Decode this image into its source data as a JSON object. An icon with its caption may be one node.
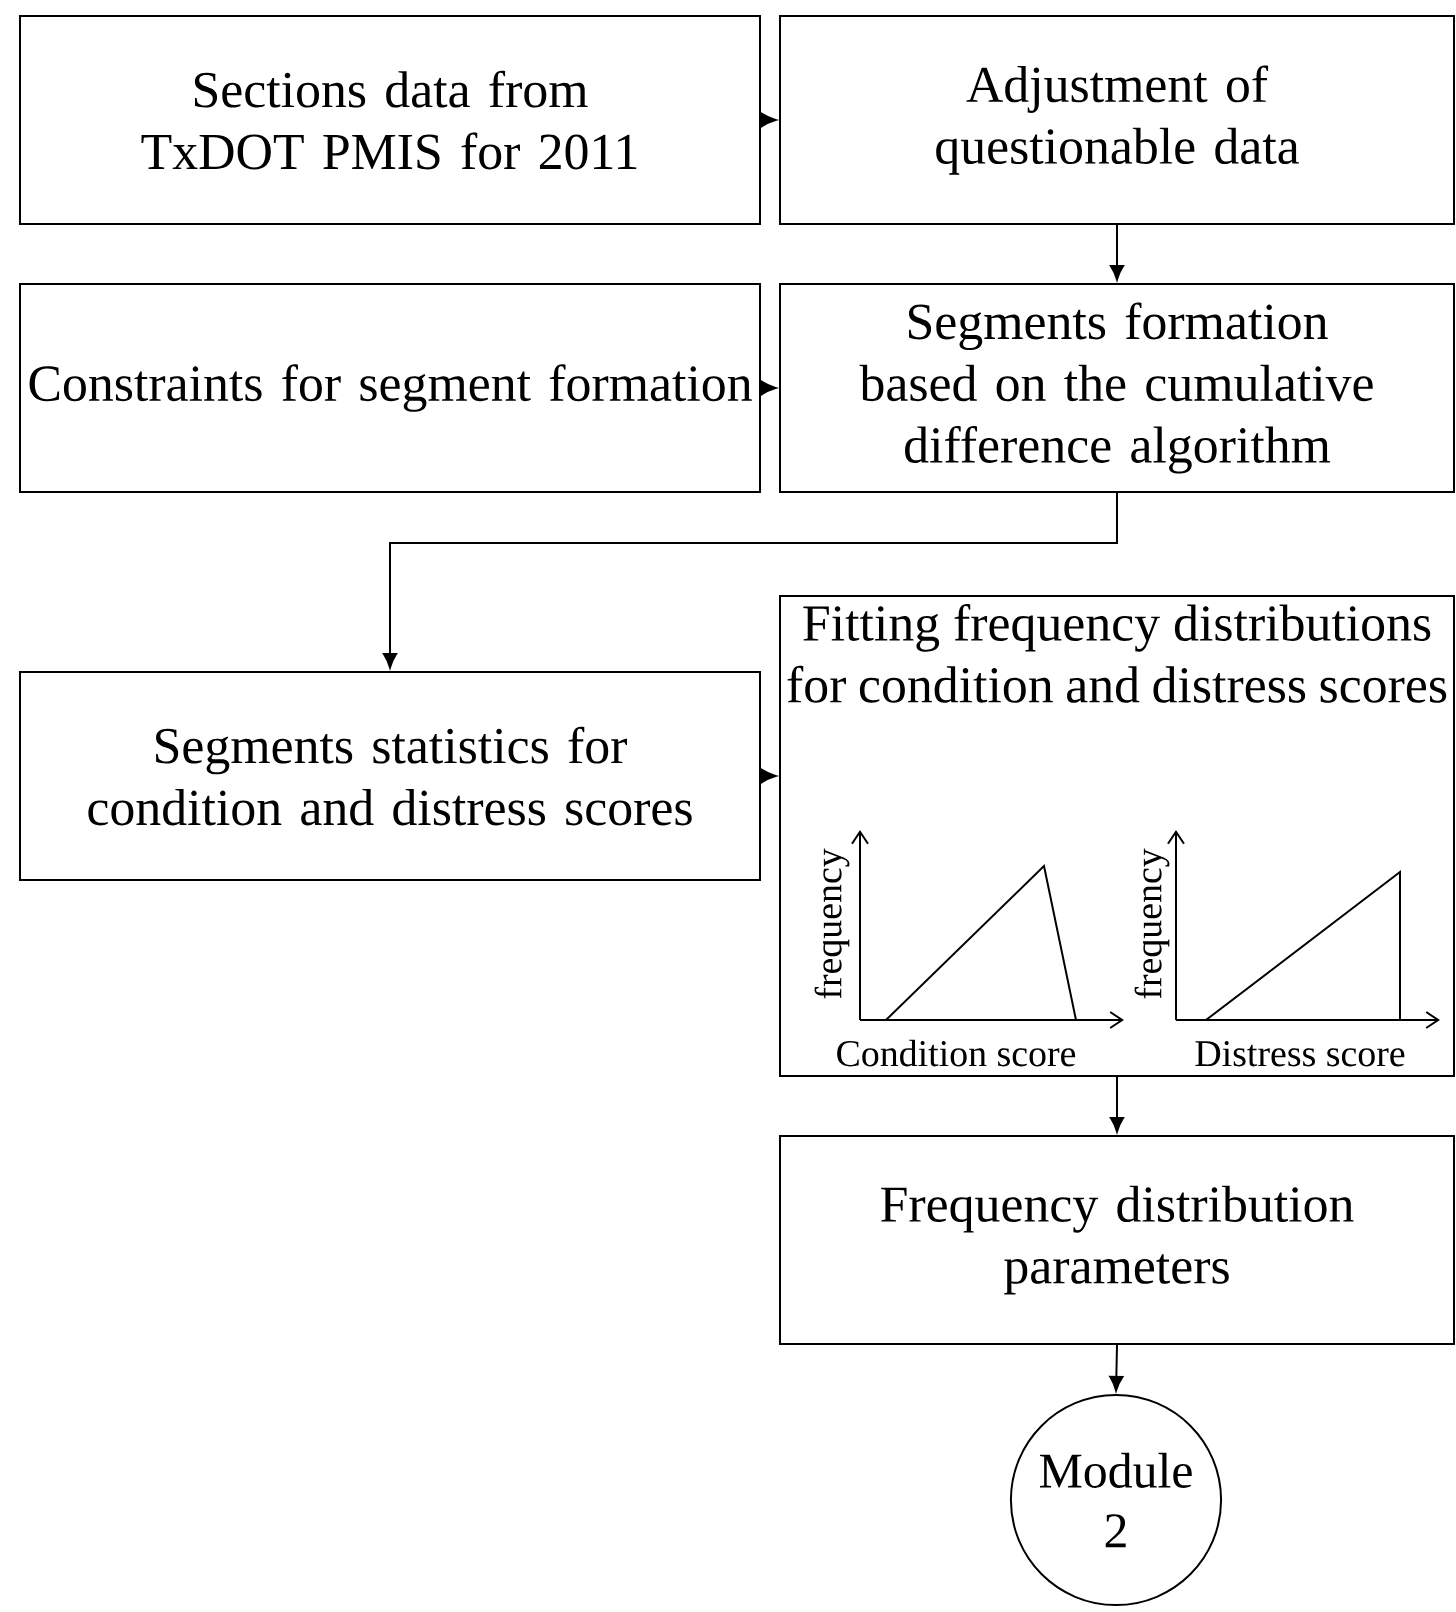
{
  "diagram": {
    "nodes": [
      {
        "text": [
          "Sections data from TxDOT PMIS for 2011"
        ]
      },
      {
        "text": [
          "Adjustment of questionable data"
        ]
      },
      {
        "text": [
          "Constraints for segment formation"
        ]
      },
      {
        "text": [
          "Segments formation based on the cumulative difference algorithm"
        ]
      },
      {
        "text": [
          "Segments statistics for condition and distress scores"
        ]
      },
      {
        "text": [
          "Fitting frequency distributions for condition and distress scores"
        ]
      },
      {
        "text": [
          "Frequency distribution parameters"
        ]
      },
      {
        "text": [
          "Module 2"
        ]
      }
    ],
    "edges": [
      {
        "from": 0,
        "to": 1,
        "arrow": "to"
      },
      {
        "from": 1,
        "to": 3,
        "arrow": "to"
      },
      {
        "from": 2,
        "to": 3,
        "arrow": "to"
      },
      {
        "from": 3,
        "to": 4,
        "arrow": "to"
      },
      {
        "from": 4,
        "to": 5,
        "arrow": "to"
      },
      {
        "from": 5,
        "to": 6,
        "arrow": "to"
      },
      {
        "from": 6,
        "to": 7,
        "arrow": "to"
      }
    ],
    "labels": [
      "frequency",
      "frequency",
      "Condition score",
      "Distress score"
    ]
  }
}
